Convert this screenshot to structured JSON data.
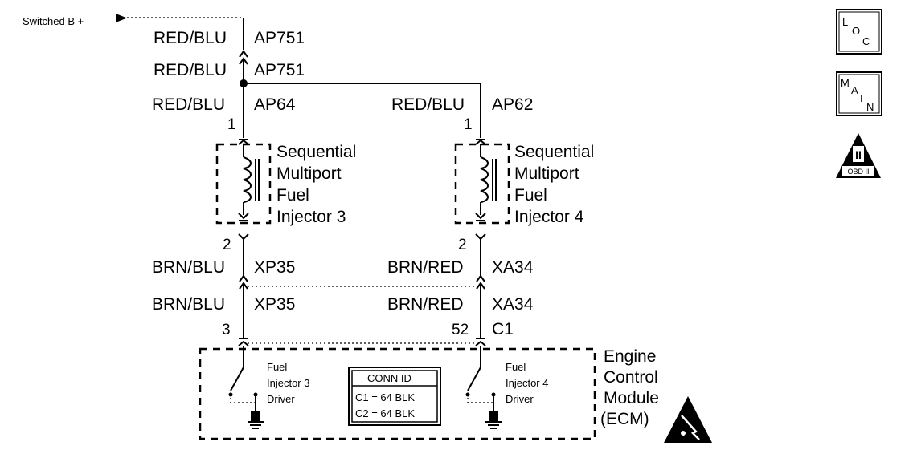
{
  "power": {
    "source_label": "Switched B +"
  },
  "wires": {
    "top_1": {
      "color": "RED/BLU",
      "circuit": "AP751"
    },
    "top_2": {
      "color": "RED/BLU",
      "circuit": "AP751"
    },
    "left_upper": {
      "color": "RED/BLU",
      "circuit": "AP64",
      "pin": "1"
    },
    "right_upper": {
      "color": "RED/BLU",
      "circuit": "AP62",
      "pin": "1"
    },
    "left_lower_1": {
      "color": "BRN/BLU",
      "circuit": "XP35",
      "pin": "2"
    },
    "right_lower_1": {
      "color": "BRN/RED",
      "circuit": "XA34",
      "pin": "2"
    },
    "left_lower_2": {
      "color": "BRN/BLU",
      "circuit": "XP35",
      "pin": "3"
    },
    "right_lower_2": {
      "color": "BRN/RED",
      "circuit": "XA34",
      "pin": "52",
      "connector": "C1"
    }
  },
  "injectors": {
    "left": {
      "line1": "Sequential",
      "line2": "Multiport",
      "line3": "Fuel",
      "line4": "Injector 3"
    },
    "right": {
      "line1": "Sequential",
      "line2": "Multiport",
      "line3": "Fuel",
      "line4": "Injector 4"
    }
  },
  "ecm": {
    "line1": "Engine",
    "line2": "Control",
    "line3": "Module",
    "line4": "(ECM)",
    "driver_left": {
      "line1": "Fuel",
      "line2": "Injector 3",
      "line3": "Driver"
    },
    "driver_right": {
      "line1": "Fuel",
      "line2": "Injector 4",
      "line3": "Driver"
    },
    "conn_id": {
      "title": "CONN ID",
      "row1": "C1 = 64 BLK",
      "row2": "C2 = 64 BLK"
    }
  },
  "icons": {
    "loc": {
      "c1": "L",
      "c2": "O",
      "c3": "C"
    },
    "main": {
      "c1": "M",
      "c2": "A",
      "c3": "I",
      "c4": "N"
    },
    "obd": {
      "top": "II",
      "bottom": "OBD II"
    },
    "esd": {
      "name": "esd-warning-icon"
    }
  }
}
